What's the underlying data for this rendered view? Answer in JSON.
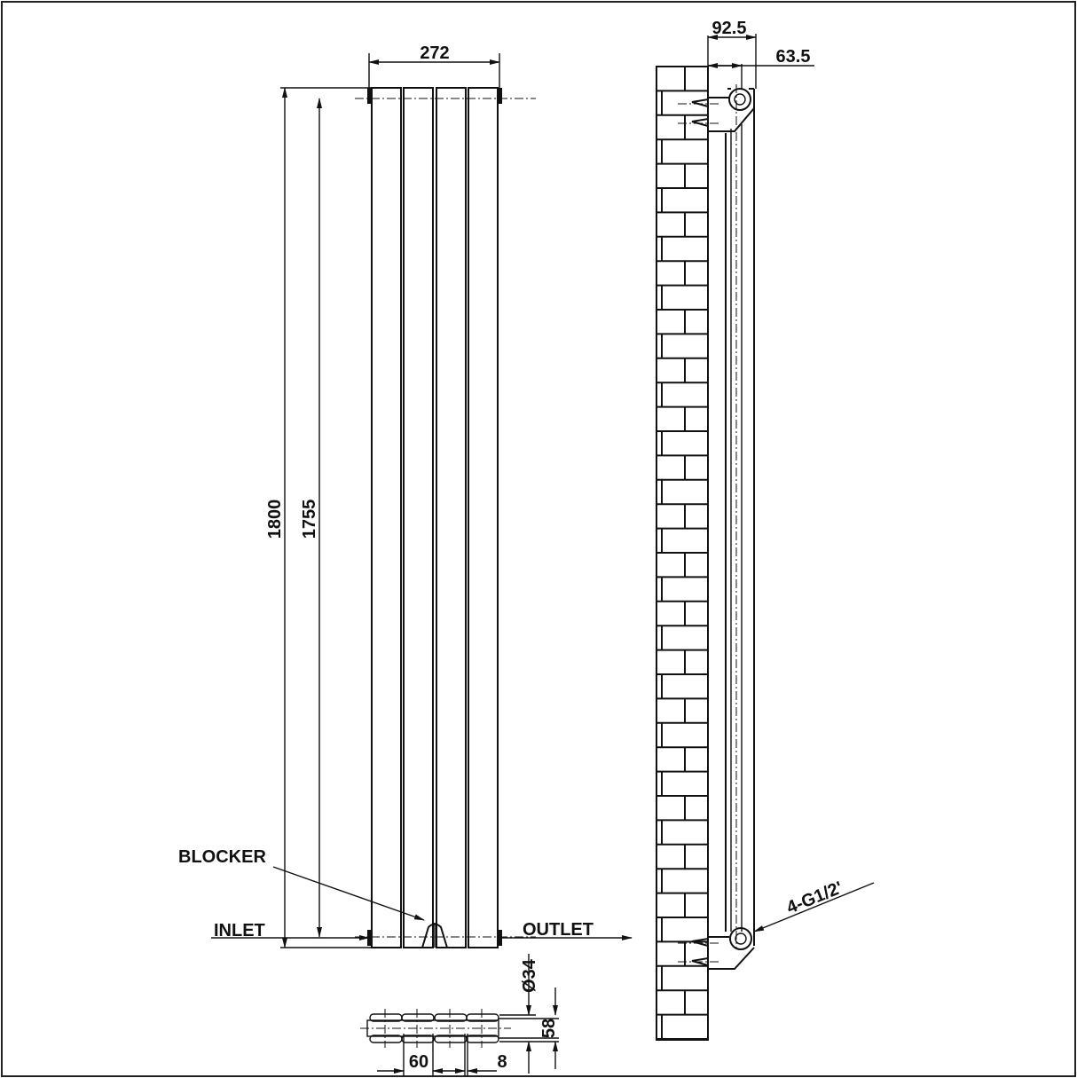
{
  "drawing": {
    "front_view": {
      "width_dim": "272",
      "height_dim": "1800",
      "centres_dim": "1755",
      "blocker_label": "BLOCKER",
      "inlet_label": "INLET",
      "outlet_label": "OUTLET",
      "column_count": 4
    },
    "plan_view": {
      "pipe_dim": "Ø34",
      "depth_dim": "58",
      "column_pitch_dim": "60",
      "gap_dim": "8"
    },
    "side_view": {
      "wall_to_front_dim": "92.5",
      "wall_to_centre_dim": "63.5",
      "connection_label": "4-G1/2'"
    }
  },
  "colors": {
    "line": "#111111",
    "background": "#ffffff",
    "frame": "#222222"
  }
}
